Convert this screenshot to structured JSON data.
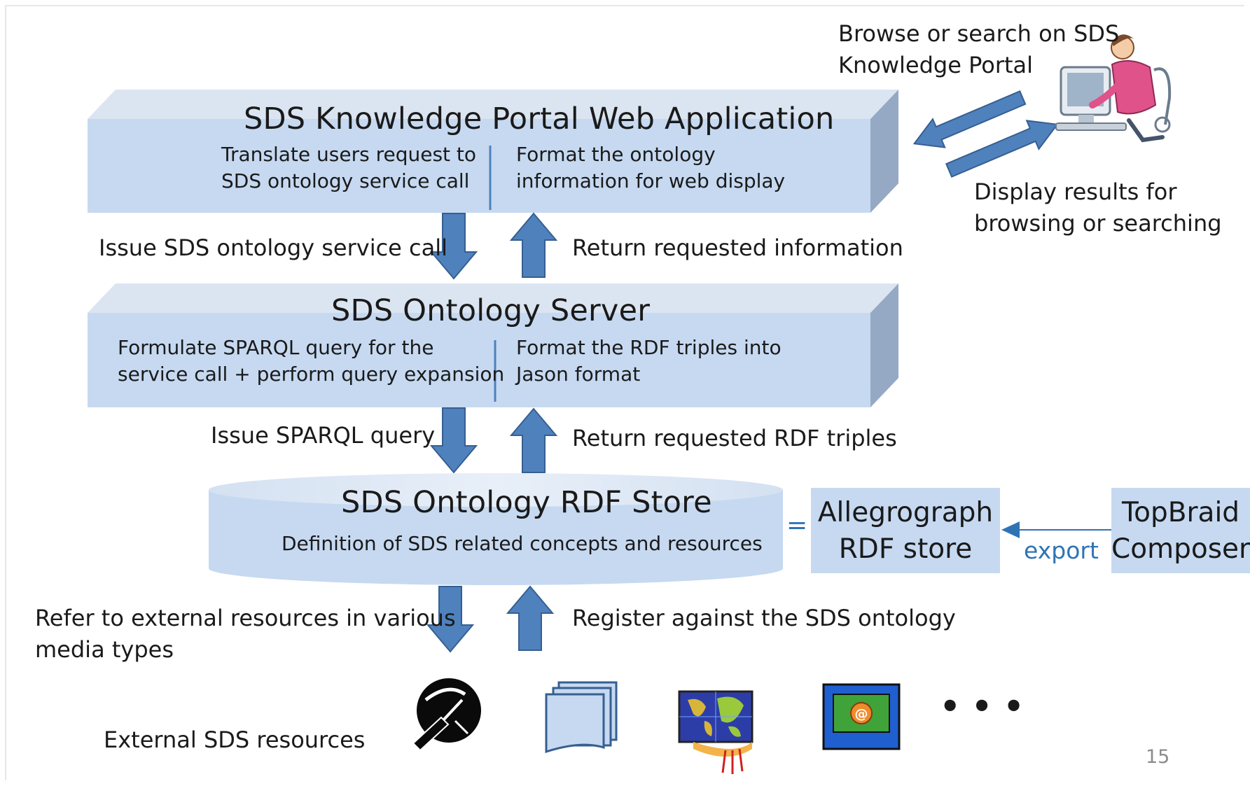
{
  "slide": {
    "page_number": "15",
    "colors": {
      "layer_front": "#C6D9F1",
      "layer_top": "#DBE5F1",
      "layer_side": "#95A9C4",
      "arrow": "#4F81BD",
      "arrow_dark": "#365F91",
      "box_fill": "#C6D9F1",
      "accent_text": "#2E74B5"
    }
  },
  "layers": {
    "portal": {
      "title": "SDS Knowledge Portal Web Application",
      "left_line1": "Translate users request to",
      "left_line2": "SDS ontology service call",
      "right_line1": "Format the ontology",
      "right_line2": "information for web display"
    },
    "server": {
      "title": "SDS Ontology Server",
      "left_line1": "Formulate SPARQL query for the",
      "left_line2": "service call + perform query expansion",
      "right_line1": "Format the RDF triples into",
      "right_line2": "Jason format"
    },
    "store": {
      "title": "SDS Ontology RDF Store",
      "subtitle": "Definition of SDS related concepts and resources"
    }
  },
  "flows": {
    "issue_service_call": "Issue SDS ontology service call",
    "return_information": "Return requested information",
    "issue_sparql": "Issue SPARQL query",
    "return_triples": "Return requested RDF triples",
    "refer_line1": "Refer to external resources in various",
    "refer_line2": "media types",
    "register": "Register against the SDS ontology"
  },
  "user": {
    "browse_line1": "Browse or search on SDS",
    "browse_line2": "Knowledge Portal",
    "display_line1": "Display results for",
    "display_line2": "browsing or searching",
    "icon": "user-at-computer-icon"
  },
  "stores": {
    "equals": "=",
    "allegrograph_line1": "Allegrograph",
    "allegrograph_line2": "RDF store",
    "export": "export",
    "topbraid_line1": "TopBraid",
    "topbraid_line2": "Composer"
  },
  "resources": {
    "label": "External SDS resources",
    "ellipsis": "• • •",
    "icons": [
      "tools-icon",
      "documents-icon",
      "world-map-icon",
      "email-icon"
    ]
  }
}
